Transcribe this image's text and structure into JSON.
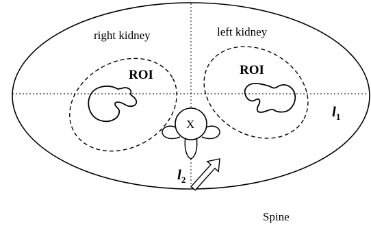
{
  "labels": {
    "right_kidney": "right kidney",
    "left_kidney": "left kidney",
    "roi_right": "ROI",
    "roi_left": "ROI",
    "spine_center": "X",
    "l1_main": "l",
    "l1_sub": "1",
    "l2_main": "l",
    "l2_sub": "2",
    "spine": "Spine"
  },
  "colors": {
    "stroke": "#000000",
    "background": "#ffffff",
    "arrow_fill": "#ffffff"
  },
  "icons": {
    "arrow": "hollow-arrow-icon"
  }
}
